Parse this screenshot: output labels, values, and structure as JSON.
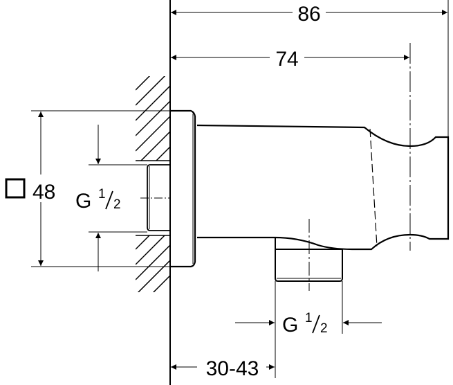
{
  "dimensions": {
    "overall_length": "86",
    "holder_length": "74",
    "flange_size_symbol": "square",
    "flange_size": "48",
    "inlet_thread": {
      "letter": "G",
      "numerator": "1",
      "denominator": "2"
    },
    "outlet_thread": {
      "letter": "G",
      "numerator": "1",
      "denominator": "2"
    },
    "outlet_offset": "30-43"
  },
  "colors": {
    "line": "#000000",
    "background": "#ffffff"
  }
}
